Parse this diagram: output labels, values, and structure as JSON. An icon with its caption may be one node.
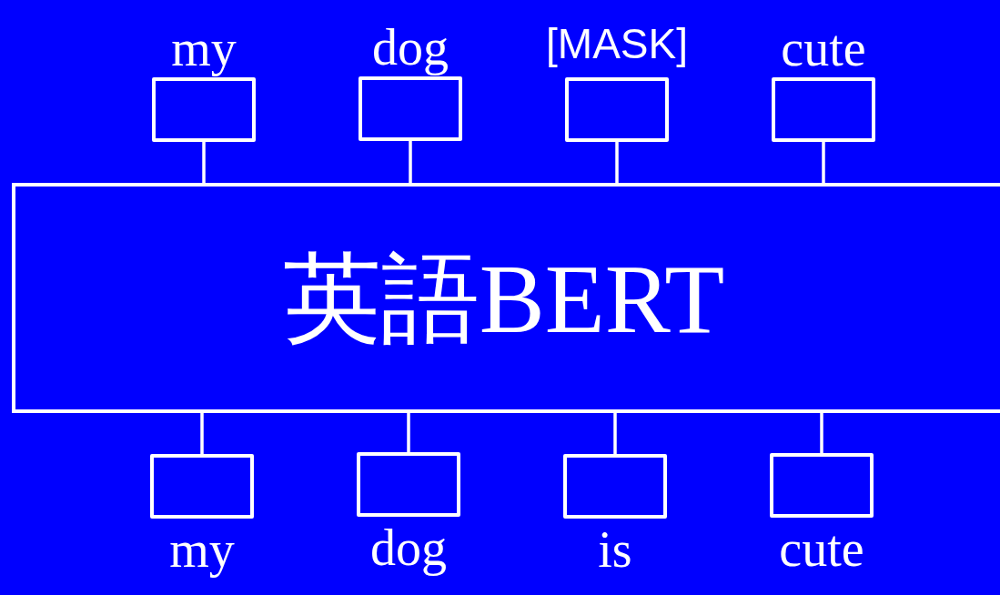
{
  "diagram": {
    "nodes": [
      {
        "text": [
          "my"
        ]
      },
      {
        "text": [
          "dog"
        ]
      },
      {
        "text": [
          "[MASK]"
        ]
      },
      {
        "text": [
          "cute"
        ]
      },
      {
        "text": [
          "英語BERT"
        ]
      },
      {
        "text": [
          "my"
        ]
      },
      {
        "text": [
          "dog"
        ]
      },
      {
        "text": [
          "is"
        ]
      },
      {
        "text": [
          "cute"
        ]
      }
    ],
    "edges": [
      {
        "from": 4,
        "to": 0,
        "arrow": "none"
      },
      {
        "from": 4,
        "to": 1,
        "arrow": "none"
      },
      {
        "from": 4,
        "to": 2,
        "arrow": "none"
      },
      {
        "from": 4,
        "to": 3,
        "arrow": "none"
      },
      {
        "from": 5,
        "to": 4,
        "arrow": "none"
      },
      {
        "from": 6,
        "to": 4,
        "arrow": "none"
      },
      {
        "from": 7,
        "to": 4,
        "arrow": "none"
      },
      {
        "from": 8,
        "to": 4,
        "arrow": "none"
      }
    ]
  }
}
